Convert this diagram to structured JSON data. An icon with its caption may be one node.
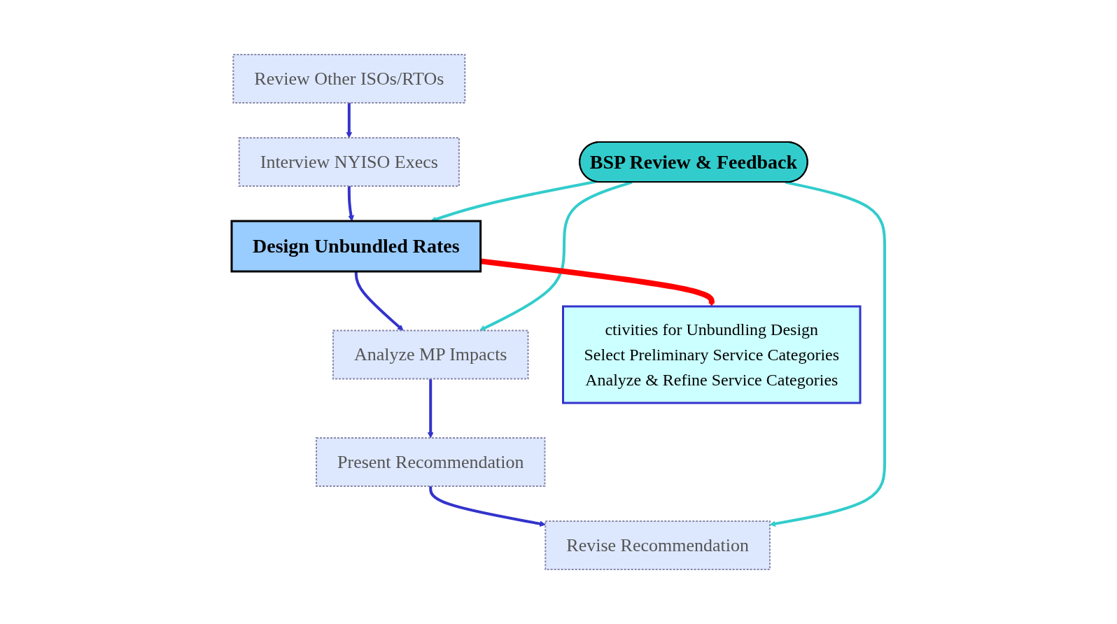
{
  "diagram": {
    "nodes": [
      {
        "text": [
          "Review Other ISOs/RTOs"
        ]
      },
      {
        "text": [
          "Interview NYISO Execs"
        ]
      },
      {
        "text": [
          "BSP Review & Feedback"
        ]
      },
      {
        "text": [
          "Design Unbundled Rates"
        ]
      },
      {
        "text": [
          "Analyze MP Impacts"
        ]
      },
      {
        "text": [
          "Present Recommendation"
        ]
      },
      {
        "text": [
          "Revise Recommendation"
        ]
      },
      {
        "text": [
          "ctivities for Unbundling Design",
          "Select Preliminary Service Categories",
          "Analyze & Refine Service Categories"
        ]
      }
    ],
    "edges": [
      {
        "from": 0,
        "to": 1,
        "arrow": "to"
      },
      {
        "from": 1,
        "to": 3,
        "arrow": "to"
      },
      {
        "from": 3,
        "to": 4,
        "arrow": "to"
      },
      {
        "from": 4,
        "to": 5,
        "arrow": "to"
      },
      {
        "from": 5,
        "to": 6,
        "arrow": "to"
      },
      {
        "from": 2,
        "to": 3,
        "arrow": "to",
        "color": "#33cccc"
      },
      {
        "from": 2,
        "to": 4,
        "arrow": "to",
        "color": "#33cccc"
      },
      {
        "from": 2,
        "to": 6,
        "arrow": "to",
        "color": "#33cccc"
      },
      {
        "from": 3,
        "to": 7,
        "arrow": "to",
        "style": "thick",
        "color": "#ff0000"
      }
    ]
  }
}
